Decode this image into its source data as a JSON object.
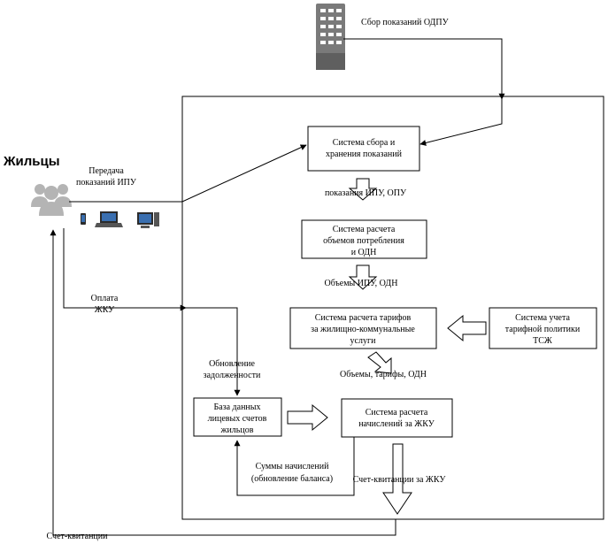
{
  "residents": {
    "title": "Жильцы"
  },
  "labels": {
    "odpu": "Сбор показаний ОДПУ",
    "transfer_line1": "Передача",
    "transfer_line2": "показаний ИПУ",
    "payment_line1": "Оплата",
    "payment_line2": "ЖКУ",
    "debt_line1": "Обновление",
    "debt_line2": "задолженности",
    "readings": "показания ИПУ, ОПУ",
    "volumes": "Объемы ИПУ, ОДН",
    "volumes_tariffs": "Объемы, тарифы, ОДН",
    "sums_line1": "Суммы начислений",
    "sums_line2": "(обновление баланса)",
    "receipts_inner": "Счет-квитанции за ЖКУ",
    "receipts_outer": "Счет-квитанции"
  },
  "boxes": {
    "collect": [
      "Система сбора и",
      "хранения показаний"
    ],
    "volume": [
      "Система расчета",
      "объемов потребления",
      "и ОДН"
    ],
    "tariff": [
      "Система расчета тарифов",
      "за жилищно-коммунальные",
      "услуги"
    ],
    "policy": [
      "Система учета",
      "тарифной политики",
      "ТСЖ"
    ],
    "database": [
      "База данных",
      "лицевых счетов",
      "жильцов"
    ],
    "charges": [
      "Система расчета",
      "начислений за ЖКУ"
    ]
  },
  "colors": {
    "icon_gray": "#b4b4b4",
    "device_blue": "#3a6fb0",
    "meter_gray": "#7a7a7a"
  }
}
